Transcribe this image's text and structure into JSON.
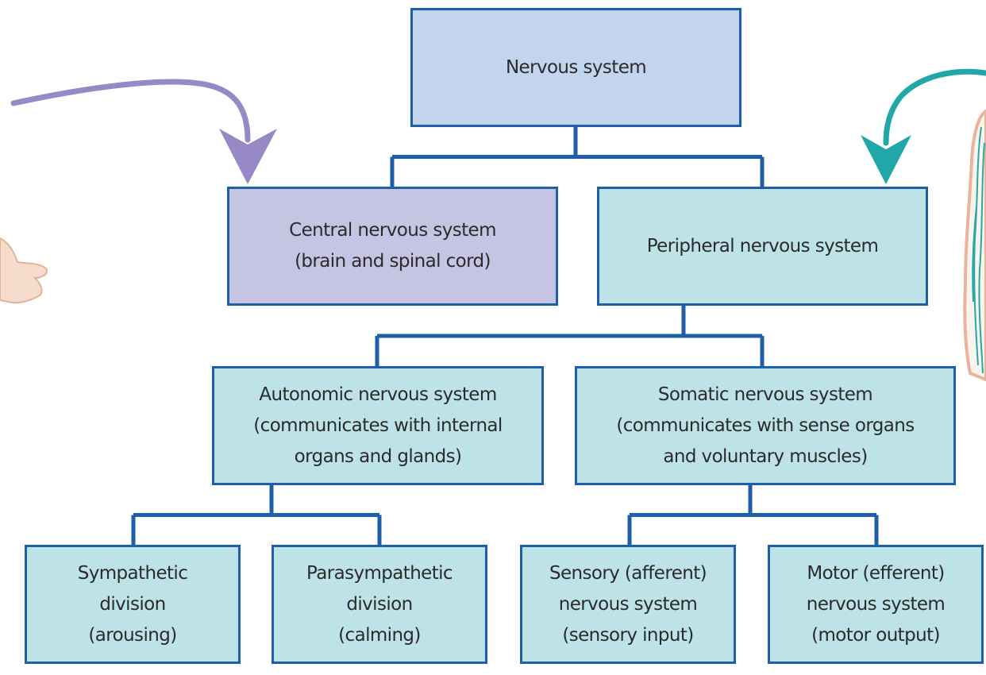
{
  "diagram": {
    "title": "Nervous system",
    "colors": {
      "connector": "#1f5fa8",
      "root_fill": "#c3d5ee",
      "cns_fill": "#c6c4e3",
      "pns_fill": "#bde2e8",
      "cns_arrow": "#9689c6",
      "pns_arrow": "#21a7a7",
      "skin": "#f2cbb5"
    },
    "nodes": {
      "root": {
        "lines": [
          "Nervous system"
        ]
      },
      "cns": {
        "lines": [
          "Central nervous system",
          "(brain and spinal cord)"
        ]
      },
      "pns": {
        "lines": [
          "Peripheral nervous system"
        ]
      },
      "autonomic": {
        "lines": [
          "Autonomic nervous system",
          "(communicates with internal",
          "organs and glands)"
        ]
      },
      "somatic": {
        "lines": [
          "Somatic nervous system",
          "(communicates with sense organs",
          "and voluntary muscles)"
        ]
      },
      "sympathetic": {
        "lines": [
          "Sympathetic",
          "division",
          "(arousing)"
        ]
      },
      "parasympathetic": {
        "lines": [
          "Parasympathetic",
          "division",
          "(calming)"
        ]
      },
      "sensory": {
        "lines": [
          "Sensory (afferent)",
          "nervous system",
          "(sensory input)"
        ]
      },
      "motor": {
        "lines": [
          "Motor (efferent)",
          "nervous system",
          "(motor output)"
        ]
      }
    },
    "edges": [
      [
        "root",
        "cns"
      ],
      [
        "root",
        "pns"
      ],
      [
        "pns",
        "autonomic"
      ],
      [
        "pns",
        "somatic"
      ],
      [
        "autonomic",
        "sympathetic"
      ],
      [
        "autonomic",
        "parasympathetic"
      ],
      [
        "somatic",
        "sensory"
      ],
      [
        "somatic",
        "motor"
      ]
    ],
    "illustrations": [
      {
        "name": "brain-spinal-cord-illustration",
        "points_to": "cns"
      },
      {
        "name": "body-nerves-illustration",
        "points_to": "pns"
      }
    ]
  }
}
